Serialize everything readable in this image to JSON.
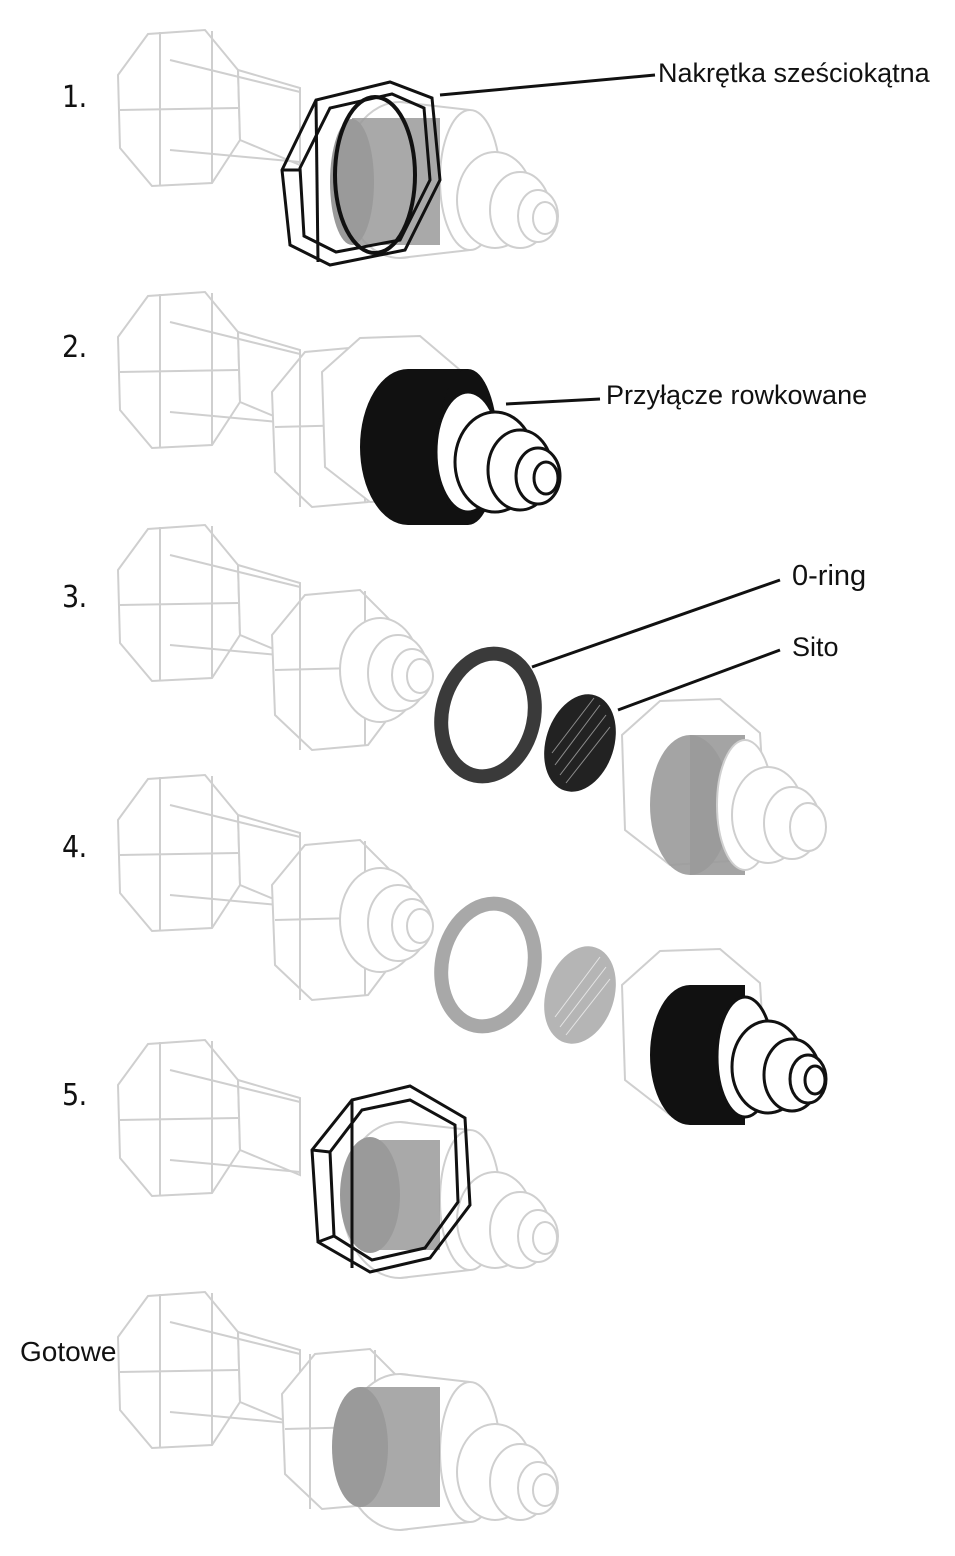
{
  "steps": [
    {
      "label": "1."
    },
    {
      "label": "2."
    },
    {
      "label": "3."
    },
    {
      "label": "4."
    },
    {
      "label": "5."
    },
    {
      "label": "Gotowe"
    }
  ],
  "callouts": {
    "hex_nut": "Nakrętka sześciokątna",
    "grooved_connector": "Przyłącze rowkowane",
    "o_ring": "0-ring",
    "sieve": "Sito"
  },
  "colors": {
    "ghost": "#cfcfcf",
    "ink": "#111111",
    "fill_gray": "#9a9a9a",
    "fill_light": "#b5b5b5",
    "ring_dark": "#3a3a3a",
    "ring_light": "#a8a8a8"
  }
}
